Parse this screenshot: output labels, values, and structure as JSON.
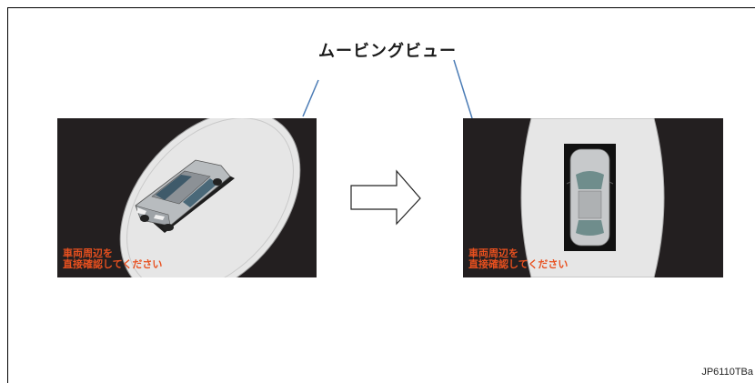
{
  "title": "ムービングビュー",
  "left_screen": {
    "message_line1": "車両周辺を",
    "message_line2": "直接確認してください"
  },
  "right_screen": {
    "message_line1": "車両周辺を",
    "message_line2": "直接確認してください"
  },
  "figure_code": "JP6110TBa",
  "colors": {
    "screen_bg": "#231f20",
    "view_area": "#e6e6e6",
    "message_text": "#e8501f",
    "callout_line": "#4a7bb5"
  },
  "icons": {
    "arrow": "right-arrow-outline-icon",
    "car_angled": "car-3d-angled-icon",
    "car_top": "car-top-view-icon"
  }
}
